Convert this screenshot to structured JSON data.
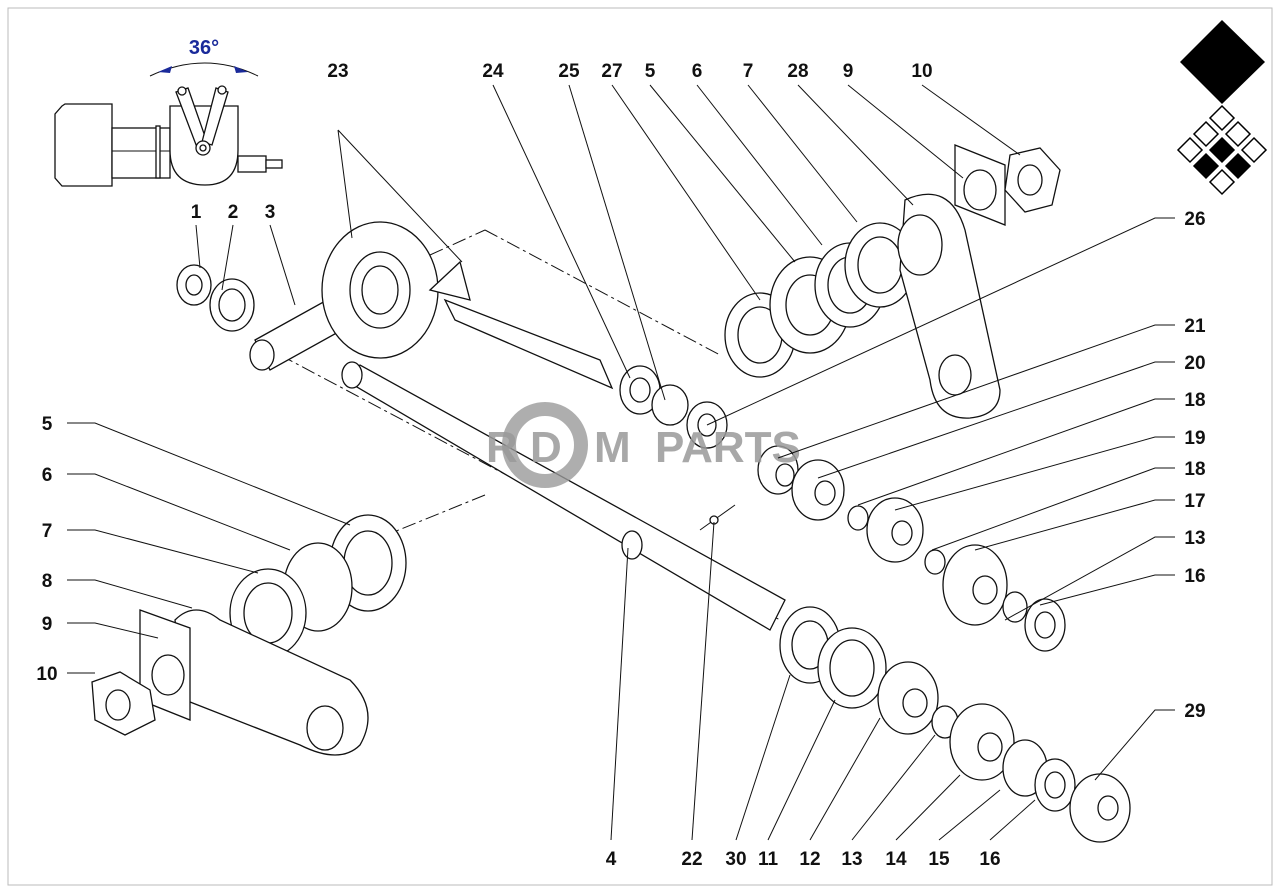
{
  "inset": {
    "angle_label": "36°",
    "accent_color": "#1a2a9a"
  },
  "watermark": {
    "brand_left": "R",
    "brand_mid": "D",
    "brand_m": "M",
    "brand_right": "PARTS"
  },
  "callouts": {
    "top": [
      "23",
      "24",
      "25",
      "27",
      "5",
      "6",
      "7",
      "28",
      "9",
      "10"
    ],
    "right": [
      "26",
      "21",
      "20",
      "18",
      "19",
      "18",
      "17",
      "13",
      "16",
      "29"
    ],
    "left_top": [
      "1",
      "2",
      "3"
    ],
    "left": [
      "5",
      "6",
      "7",
      "8",
      "9",
      "10"
    ],
    "bottom": [
      "4",
      "22",
      "30",
      "11",
      "12",
      "13",
      "14",
      "15",
      "16"
    ]
  }
}
